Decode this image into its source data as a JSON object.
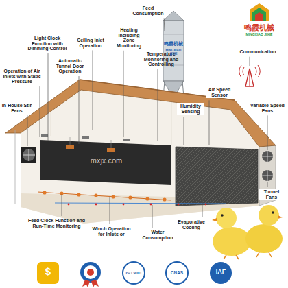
{
  "diagram": {
    "labels": [
      "Light Clock Function with Dimming Control",
      "Ceiling Inlet Operation",
      "Heating Including Zone Monitoring",
      "Feed Consumption",
      "Communication",
      "Operation of Air Inlets with Static Pressure",
      "Automatic Tunnel Door Operation",
      "Temperature Monitoring and Controlling",
      "Variable Speed Fans",
      "In-House Stir Fans",
      "Humidity Sensing",
      "Air Speed Sensor",
      "Tunnel Fans",
      "Feed Clock Function and Run-Time Monitoring",
      "Winch Operation for Inlets or",
      "Water Consumption",
      "Evaporative Cooling",
      "mxjx.com",
      "鸣霞机械",
      "MINGXIAO JIXIE",
      "鸣霞机械",
      "MINGXIAO JIXIE",
      "$",
      "ISO 9001",
      "CNAS",
      "IAF"
    ]
  }
}
